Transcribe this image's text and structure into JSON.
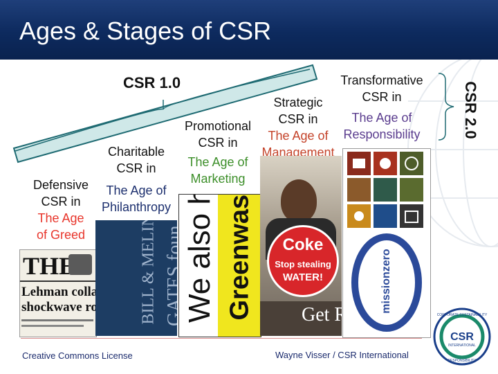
{
  "header": {
    "title": "Ages & Stages of CSR"
  },
  "csr10": {
    "label": "CSR 1.0"
  },
  "csr20": {
    "label": "CSR 2.0"
  },
  "stages": [
    {
      "line1": "Defensive",
      "line2": "CSR in",
      "age1": "The Age",
      "age2": "of Greed",
      "age_color": "#e8352b"
    },
    {
      "line1": "Charitable",
      "line2": "CSR in",
      "age1": "The Age of",
      "age2": "Philanthropy",
      "age_color": "#1c2f6e"
    },
    {
      "line1": "Promotional",
      "line2": "CSR in",
      "age1": "The Age of",
      "age2": "Marketing",
      "age_color": "#3d8f2a"
    },
    {
      "line1": "Strategic",
      "line2": "CSR in",
      "age1": "The Age of",
      "age2": "Management",
      "age_color": "#c4432a"
    },
    {
      "line1": "Transformative",
      "line2": "CSR in",
      "age1": "The Age of",
      "age2": "Responsibility",
      "age_color": "#5a3c8e"
    }
  ],
  "photos": {
    "greed": {
      "masthead": "THE",
      "headline1": "Lehman collaps",
      "headline2": "shockwave roun"
    },
    "philanthropy": {
      "text1": "BILL & MELINDA",
      "text2": "GATES foun"
    },
    "marketing": {
      "text1": "We also har",
      "text2": "Greenwash"
    },
    "management": {
      "sign1": "Coke",
      "sign2": "Stop stealing",
      "sign3": "WATER!",
      "bottom": "Get R"
    },
    "responsibility": {
      "logo_text": "missionzero"
    }
  },
  "footer": {
    "license": "Creative Commons License",
    "author": "Wayne Visser / CSR International"
  },
  "logo": {
    "center": "CSR",
    "sub": "INTERNATIONAL",
    "ring_top": "CORPORATE SUSTAINABILITY",
    "ring_bottom": "RESPONSIBILITY"
  },
  "colors": {
    "header_bg": "#0d2a5e",
    "band_fill": "#cfe8e8",
    "band_stroke": "#1e6a72"
  }
}
